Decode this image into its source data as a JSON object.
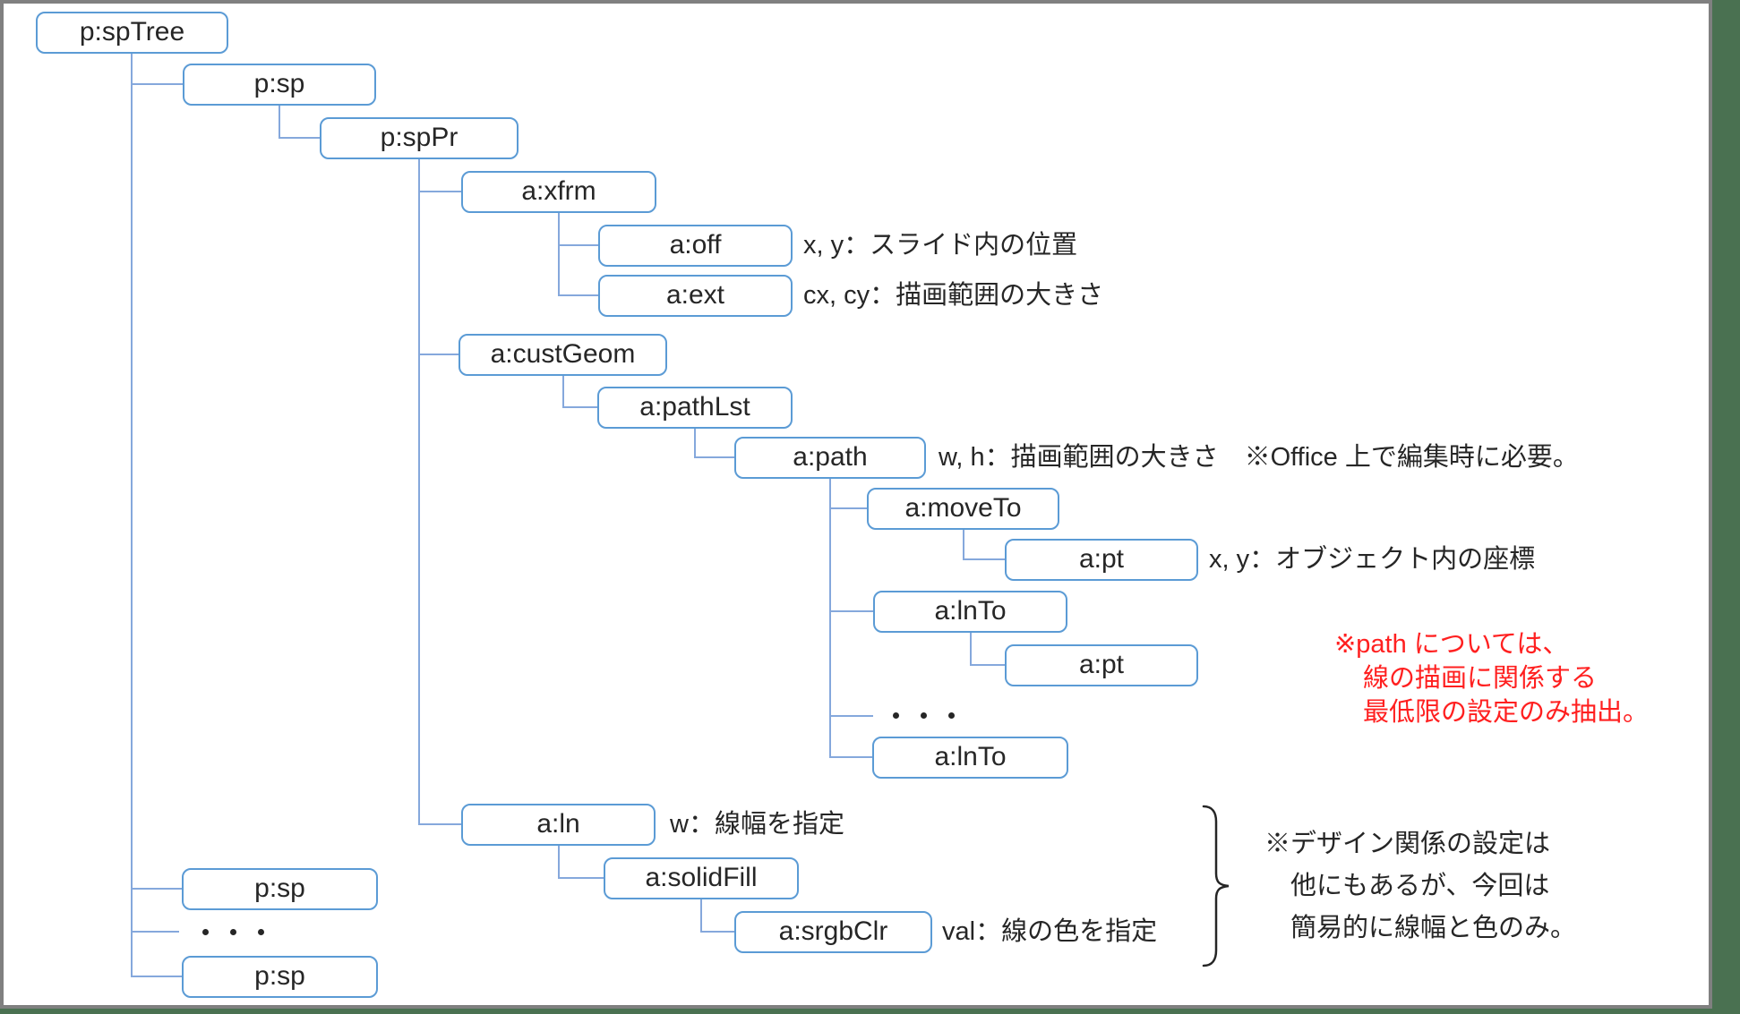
{
  "colors": {
    "box_border": "#5b9bd5",
    "connector": "#85a8dc",
    "text": "#262626",
    "red_note": "#ff2020",
    "frame_gray": "#808080",
    "backdrop_green": "#4a7151"
  },
  "tree": {
    "ellipsis": "・・・",
    "nodes": {
      "spTree": {
        "label": "p:spTree"
      },
      "sp1": {
        "label": "p:sp"
      },
      "spPr": {
        "label": "p:spPr"
      },
      "xfrm": {
        "label": "a:xfrm"
      },
      "off": {
        "label": "a:off"
      },
      "ext": {
        "label": "a:ext"
      },
      "custGeom": {
        "label": "a:custGeom"
      },
      "pathLst": {
        "label": "a:pathLst"
      },
      "path": {
        "label": "a:path"
      },
      "moveTo": {
        "label": "a:moveTo"
      },
      "pt1": {
        "label": "a:pt"
      },
      "lnTo1": {
        "label": "a:lnTo"
      },
      "pt2": {
        "label": "a:pt"
      },
      "lnTo2": {
        "label": "a:lnTo"
      },
      "ln": {
        "label": "a:ln"
      },
      "solidFill": {
        "label": "a:solidFill"
      },
      "srgbClr": {
        "label": "a:srgbClr"
      },
      "sp2": {
        "label": "p:sp"
      },
      "sp3": {
        "label": "p:sp"
      }
    }
  },
  "annotations": {
    "off": "x, y：スライド内の位置",
    "ext": "cx, cy：描画範囲の大きさ",
    "path": "w, h：描画範囲の大きさ　※Office 上で編集時に必要。",
    "pt": "x, y：オブジェクト内の座標",
    "ln": "w：線幅を指定",
    "srgbClr": "val：線の色を指定"
  },
  "red_note": {
    "lines": [
      "※path については、",
      "線の描画に関係する",
      "最低限の設定のみ抽出。"
    ]
  },
  "design_note": {
    "lines": [
      "※デザイン関係の設定は",
      "他にもあるが、今回は",
      "簡易的に線幅と色のみ。"
    ]
  }
}
